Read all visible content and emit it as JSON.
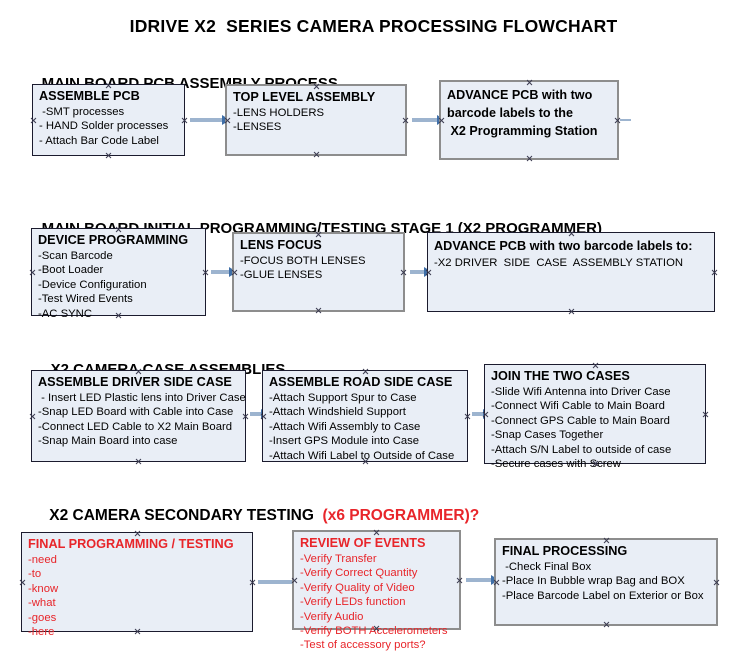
{
  "document": {
    "title": "IDRIVE X2  SERIES CAMERA PROCESSING FLOWCHART"
  },
  "colors": {
    "box_fill": "#e9eef6",
    "border_dark": "#1b1b2e",
    "border_gray": "#8d8d8d",
    "arrow_line": "#9db4cf",
    "arrow_head": "#3f6fa8",
    "red_text": "#e8252a",
    "black_text": "#000000"
  },
  "sections": [
    {
      "id": "main-board-pcb-assembly",
      "heading": "MAIN BOARD PCB ASSEMBLY PROCESS",
      "heading_red_suffix": "",
      "nodes": [
        {
          "id": "assemble-pcb",
          "title": "ASSEMBLE PCB",
          "lines": [
            " -SMT processes",
            "- HAND Solder processes",
            "- Attach Bar Code Label"
          ]
        },
        {
          "id": "top-level-assembly",
          "title": "TOP LEVEL ASSEMBLY",
          "lines": [
            "-LENS HOLDERS",
            "-LENSES"
          ]
        },
        {
          "id": "advance-pcb-to-x2-programming-station",
          "title": "",
          "lines": [
            "ADVANCE PCB with two",
            "barcode labels to the",
            " X2 Programming Station"
          ]
        }
      ]
    },
    {
      "id": "main-board-initial-programming",
      "heading": "MAIN BOARD INITIAL PROGRAMMING/TESTING STAGE 1 (X2 PROGRAMMER)",
      "heading_red_suffix": "",
      "nodes": [
        {
          "id": "device-programming",
          "title": "DEVICE PROGRAMMING",
          "lines": [
            "-Scan Barcode",
            "-Boot Loader",
            "-Device Configuration",
            "-Test Wired Events",
            "-AC SYNC"
          ]
        },
        {
          "id": "lens-focus",
          "title": "LENS FOCUS",
          "lines": [
            "-FOCUS BOTH LENSES",
            "-GLUE LENSES"
          ]
        },
        {
          "id": "advance-pcb-to-driver-side-case-station",
          "title": "ADVANCE PCB with two barcode labels to:",
          "lines": [
            "-X2 DRIVER  SIDE  CASE  ASSEMBLY STATION"
          ]
        }
      ]
    },
    {
      "id": "x2-camera-case-assemblies",
      "heading": "X2 CAMERA CASE ASSEMBLIES",
      "heading_red_suffix": "",
      "nodes": [
        {
          "id": "assemble-driver-side-case",
          "title": "ASSEMBLE DRIVER SIDE CASE",
          "lines": [
            " - Insert LED Plastic lens into Driver Case",
            "-Snap LED Board with Cable into Case",
            "-Connect LED Cable to X2 Main Board",
            "-Snap Main Board into case"
          ]
        },
        {
          "id": "assemble-road-side-case",
          "title": "ASSEMBLE ROAD SIDE CASE",
          "lines": [
            "-Attach Support Spur to Case",
            "-Attach Windshield Support",
            "-Attach Wifi Assembly to Case",
            "-Insert GPS Module into Case",
            "-Attach Wifi Label to Outside of Case"
          ]
        },
        {
          "id": "join-the-two-cases",
          "title": "JOIN THE TWO CASES",
          "lines": [
            "-Slide Wifi Antenna into Driver Case",
            "-Connect Wifi Cable to Main Board",
            "-Connect GPS Cable to Main Board",
            "-Snap Cases Together",
            "-Attach S/N Label to outside of case",
            "-Secure cases with Screw"
          ]
        }
      ]
    },
    {
      "id": "x2-camera-secondary-testing",
      "heading": "X2 CAMERA SECONDARY TESTING  ",
      "heading_red_suffix": "(x6 PROGRAMMER)?",
      "nodes": [
        {
          "id": "final-programming-testing",
          "title": "FINAL PROGRAMMING / TESTING",
          "lines": [
            "-need",
            "-to",
            "-know",
            "-what",
            "-goes",
            "-here"
          ]
        },
        {
          "id": "review-of-events",
          "title": "REVIEW OF EVENTS",
          "lines": [
            "-Verify Transfer",
            "-Verify Correct Quantity",
            "-Verify Quality of Video",
            "-Verify LEDs function",
            "-Verify Audio",
            "-Verify BOTH Accelerometers",
            "-Test of accessory ports?"
          ]
        },
        {
          "id": "final-processing",
          "title": "FINAL PROCESSING",
          "lines": [
            " -Check Final Box",
            "-Place In Bubble wrap Bag and BOX",
            "-Place Barcode Label on Exterior or Box"
          ]
        }
      ]
    }
  ],
  "connectors": [
    {
      "id": "arrow-assemble-pcb-to-top-level",
      "icon": "arrow-right-icon"
    },
    {
      "id": "arrow-top-level-to-advance-pcb",
      "icon": "arrow-right-icon"
    },
    {
      "id": "arrow-device-programming-to-lens-focus",
      "icon": "arrow-right-icon"
    },
    {
      "id": "arrow-lens-focus-to-advance-pcb",
      "icon": "arrow-right-icon"
    },
    {
      "id": "arrow-driver-case-to-road-case",
      "icon": "arrow-right-icon"
    },
    {
      "id": "arrow-road-case-to-join-cases",
      "icon": "arrow-right-icon"
    },
    {
      "id": "arrow-final-programming-to-review",
      "icon": "arrow-right-icon"
    },
    {
      "id": "arrow-review-to-final-processing",
      "icon": "arrow-right-icon"
    }
  ]
}
